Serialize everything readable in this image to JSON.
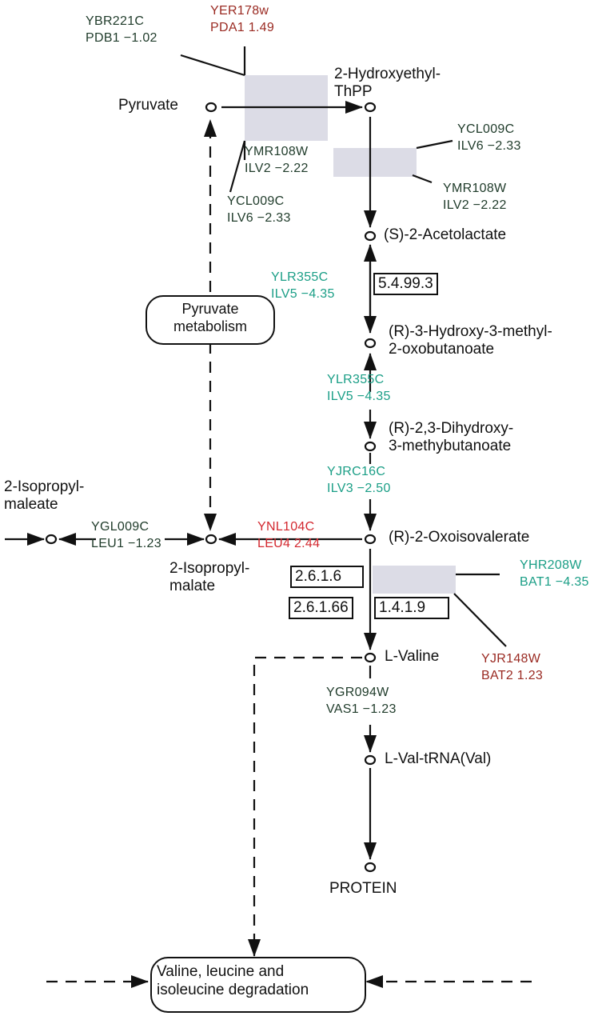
{
  "colors": {
    "shade": "#dcdce6",
    "gene_down_dark": "#1f3b2a",
    "gene_up_red": "#9a2a22",
    "gene_up_bright": "#d3282f",
    "gene_down_teal": "#1a9e86",
    "line": "#111111"
  },
  "metabolites": {
    "pyruvate": "Pyruvate",
    "hydroxyethyl_thpp": [
      "2-Hydroxyethyl-",
      "ThPP"
    ],
    "acetolactate": "(S)-2-Acetolactate",
    "hydroxy_methyl_oxobutanoate": [
      "(R)-3-Hydroxy-3-methyl-",
      "2-oxobutanoate"
    ],
    "dihydroxy_methylbutanoate": [
      "(R)-2,3-Dihydroxy-",
      "3-methybutanoate"
    ],
    "oxoisovalerate": "(R)-2-Oxoisovalerate",
    "isopropylmaleate": [
      "2-Isopropyl-",
      "maleate"
    ],
    "isopropylmalate": [
      "2-Isopropyl-",
      "malate"
    ],
    "valine": "L-Valine",
    "val_trna": "L-Val-tRNA(Val)",
    "protein": "PROTEIN"
  },
  "pathways": {
    "pyruvate_metabolism": [
      "Pyruvate",
      "metabolism"
    ],
    "degradation": [
      "Valine, leucine and",
      "isoleucine degradation"
    ]
  },
  "ec_numbers": [
    "5.4.99.3",
    "2.6.1.6",
    "2.6.1.66",
    "1.4.1.9"
  ],
  "genes": [
    {
      "id": "YBR221C",
      "name": "PDB1",
      "value": "−1.02",
      "color": "dark"
    },
    {
      "id": "YER178w",
      "name": "PDA1",
      "value": "1.49",
      "color": "red"
    },
    {
      "id": "YMR108W",
      "name": "ILV2",
      "value": "−2.22",
      "color": "dark"
    },
    {
      "id": "YCL009C",
      "name": "ILV6",
      "value": "−2.33",
      "color": "dark"
    },
    {
      "id": "YCL009C",
      "name": "ILV6",
      "value": "−2.33",
      "color": "dark"
    },
    {
      "id": "YMR108W",
      "name": "ILV2",
      "value": "−2.22",
      "color": "dark"
    },
    {
      "id": "YLR355C",
      "name": "ILV5",
      "value": "−4.35",
      "color": "teal"
    },
    {
      "id": "YLR355C",
      "name": "ILV5",
      "value": "−4.35",
      "color": "teal"
    },
    {
      "id": "YJRC16C",
      "name": "ILV3",
      "value": "−2.50",
      "color": "teal"
    },
    {
      "id": "YGL009C",
      "name": "LEU1",
      "value": "−1.23",
      "color": "dark"
    },
    {
      "id": "YNL104C",
      "name": "LEU4",
      "value": "2.44",
      "color": "bright"
    },
    {
      "id": "YHR208W",
      "name": "BAT1",
      "value": "−4.35",
      "color": "teal"
    },
    {
      "id": "YJR148W",
      "name": "BAT2",
      "value": "1.23",
      "color": "red"
    },
    {
      "id": "YGR094W",
      "name": "VAS1",
      "value": "−1.23",
      "color": "dark"
    }
  ],
  "gene_text": [
    [
      "YBR221C",
      "PDB1 −1.02"
    ],
    [
      "YER178w",
      "PDA1 1.49"
    ],
    [
      "YMR108W",
      "ILV2 −2.22"
    ],
    [
      "YCL009C",
      "ILV6 −2.33"
    ],
    [
      "YCL009C",
      "ILV6 −2.33"
    ],
    [
      "YMR108W",
      "ILV2 −2.22"
    ],
    [
      "YLR355C",
      "ILV5 −4.35"
    ],
    [
      "YLR355C",
      "ILV5 −4.35"
    ],
    [
      "YJRC16C",
      "ILV3 −2.50"
    ],
    [
      "YGL009C",
      "LEU1 −1.23"
    ],
    [
      "YNL104C",
      "LEU4 2.44"
    ],
    [
      "YHR208W",
      "BAT1 −4.35"
    ],
    [
      "YJR148W",
      "BAT2 1.23"
    ],
    [
      "YGR094W",
      "VAS1 −1.23"
    ]
  ]
}
